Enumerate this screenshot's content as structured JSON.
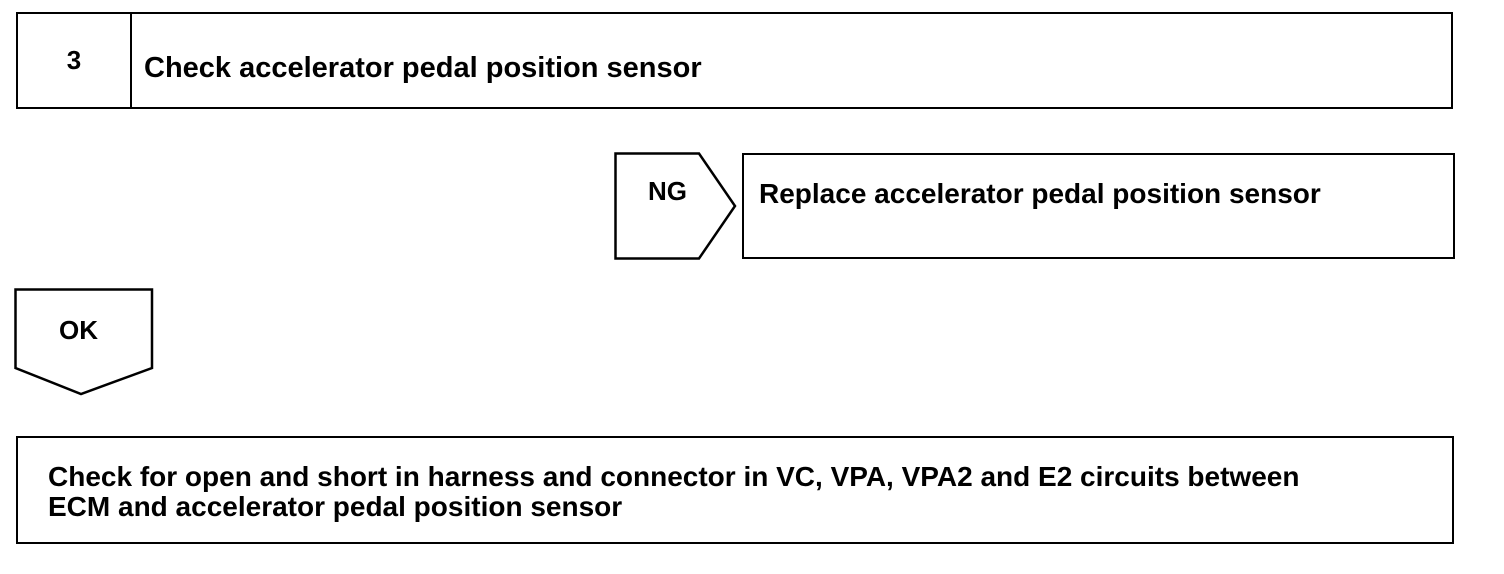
{
  "step": {
    "number": "3",
    "title": "Check accelerator pedal position sensor"
  },
  "ng_branch": {
    "label": "NG",
    "action": "Replace accelerator pedal position sensor"
  },
  "ok_branch": {
    "label": "OK"
  },
  "next_step": {
    "line1": "Check for open and short in harness and connector in VC, VPA, VPA2 and E2 circuits between",
    "line2": "ECM and accelerator pedal position sensor"
  },
  "colors": {
    "line": "#000000",
    "background": "#ffffff"
  }
}
